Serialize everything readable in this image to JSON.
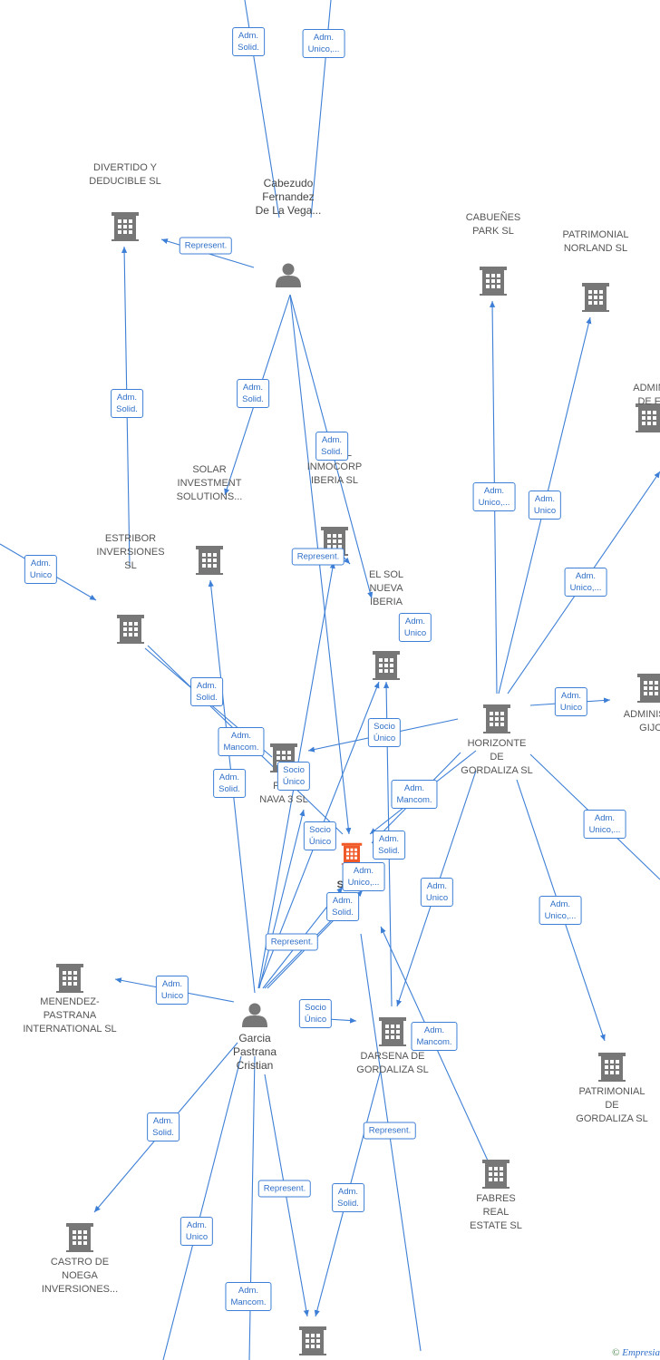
{
  "colors": {
    "edge": "#3d7fd6",
    "building": "#777777",
    "main_building": "#f05a28",
    "person": "#777777"
  },
  "nodes": [
    {
      "id": "divertido",
      "type": "company",
      "label": "DIVERTIDO Y\nDEDUCIBLE  SL"
    },
    {
      "id": "solar",
      "type": "company",
      "label": "SOLAR\nINVESTMENT\nSOLUTIONS..."
    },
    {
      "id": "elsolinmo",
      "type": "company",
      "label": "EL SOL\nINMOCORP\nIBERIA  SL"
    },
    {
      "id": "elsolnueva",
      "type": "company",
      "label": "EL SOL\nNUEVA\nIBERIA"
    },
    {
      "id": "estribor",
      "type": "company",
      "label": "ESTRIBOR\nINVERSIONES\nSL"
    },
    {
      "id": "cabuenes",
      "type": "company",
      "label": "CABUEÑES\nPARK  SL"
    },
    {
      "id": "patnorland",
      "type": "company",
      "label": "PATRIMONIAL\nNORLAND  SL"
    },
    {
      "id": "admright1",
      "type": "company",
      "label": "ADMIN\nDE F"
    },
    {
      "id": "admright2",
      "type": "company",
      "label": "ADMINISTR\nGIJO"
    },
    {
      "id": "horizonte",
      "type": "company",
      "label": "HORIZONTE\nDE\nGORDALIZA  SL"
    },
    {
      "id": "pronava",
      "type": "company",
      "label": "PRO\nNAVA 3  SL"
    },
    {
      "id": "main",
      "type": "main",
      "label": "SOL      E\nSL"
    },
    {
      "id": "menendez",
      "type": "company",
      "label": "MENENDEZ-\nPASTRANA\nINTERNATIONAL SL"
    },
    {
      "id": "darsena",
      "type": "company",
      "label": "DARSENA DE\nGORDALIZA  SL"
    },
    {
      "id": "patgord",
      "type": "company",
      "label": "PATRIMONIAL\nDE\nGORDALIZA  SL"
    },
    {
      "id": "fabres",
      "type": "company",
      "label": "FABRES\nREAL\nESTATE  SL"
    },
    {
      "id": "castro",
      "type": "company",
      "label": "CASTRO DE\nNOEGA\nINVERSIONES..."
    },
    {
      "id": "bottom",
      "type": "company",
      "label": ""
    },
    {
      "id": "cabezudo",
      "type": "person",
      "label": "Cabezudo\nFernandez\nDe La Vega..."
    },
    {
      "id": "garcia",
      "type": "person",
      "label": "Garcia\nPastrana\nCristian"
    }
  ],
  "edge_labels": [
    "Adm.\nSolid.",
    "Adm.\nUnico,...",
    "Represent.",
    "Adm.\nSolid.",
    "Adm.\nSolid.",
    "Adm.\nSolid.",
    "Adm.\nUnico",
    "Represent.",
    "Adm.\nUnico,...",
    "Adm.\nUnico",
    "Adm.\nUnico,...",
    "Adm.\nUnico",
    "Adm.\nUnico",
    "Adm.\nSolid.",
    "Adm.\nMancom.",
    "Socio\nÚnico",
    "Adm.\nSolid.",
    "Socio\nÚnico",
    "Adm.\nMancom.",
    "Socio\nÚnico",
    "Adm.\nSolid.",
    "Adm.\nUnico,...",
    "Adm.\nSolid.",
    "Adm.\nUnico,...",
    "Adm.\nUnico",
    "Adm.\nUnico,...",
    "Represent.",
    "Adm.\nUnico",
    "Socio\nÚnico",
    "Adm.\nMancom.",
    "Adm.\nSolid.",
    "Represent.",
    "Represent.",
    "Adm.\nSolid.",
    "Adm.\nUnico",
    "Adm.\nMancom."
  ],
  "footer": {
    "copyright": "©",
    "brand": "Empresia"
  }
}
